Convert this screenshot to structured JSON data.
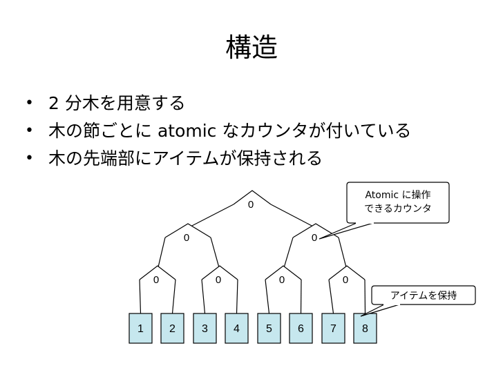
{
  "slide": {
    "title": "構造",
    "bullets": [
      "2 分木を用意する",
      "木の節ごとに atomic なカウンタが付いている",
      "木の先端部にアイテムが保持される"
    ]
  },
  "tree": {
    "root": "0",
    "level1": [
      "0",
      "0"
    ],
    "level2": [
      "0",
      "0",
      "0",
      "0"
    ],
    "leaves": [
      "1",
      "2",
      "3",
      "4",
      "5",
      "6",
      "7",
      "8"
    ]
  },
  "callouts": {
    "counter": {
      "line1": "Atomic に操作",
      "line2": "できるカウンタ"
    },
    "item": {
      "text": "アイテムを保持"
    }
  },
  "colors": {
    "leaf_fill": "#c6e7ee",
    "stroke": "#000000",
    "background": "#ffffff"
  }
}
